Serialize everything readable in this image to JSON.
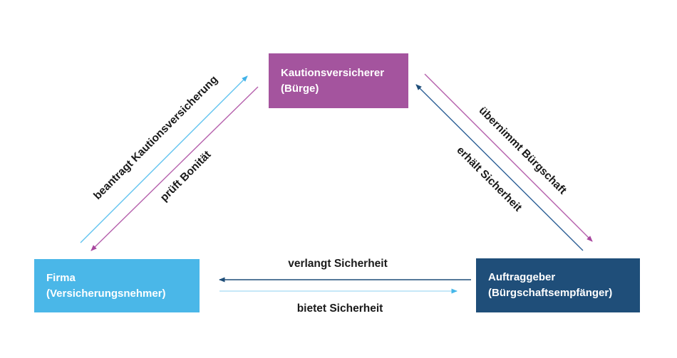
{
  "diagram": {
    "background_color": "#ffffff",
    "label_text_color": "#1a1a1a",
    "nodes": {
      "kautionsversicherer": {
        "title": "Kautionsversicherer",
        "subtitle": "(Bürge)",
        "color": "#a4549e",
        "text_color": "#ffffff"
      },
      "firma": {
        "title": "Firma",
        "subtitle": "(Versicherungsnehmer)",
        "color": "#4ab7e8",
        "text_color": "#ffffff"
      },
      "auftraggeber": {
        "title": "Auftraggeber",
        "subtitle": "(Bürgschaftsempfänger)",
        "color": "#1f4e79",
        "text_color": "#ffffff"
      }
    },
    "edges": {
      "beantragt": {
        "label": "beantragt Kautionsversicherung",
        "from": "Firma (Versicherungsnehmer)",
        "to": "Kautionsversicherer (Bürge)",
        "line_color": "#62c4f0",
        "arrow_color": "#41b2e8"
      },
      "prueft_bonitaet": {
        "label": "prüft Bonität",
        "from": "Kautionsversicherer (Bürge)",
        "to": "Firma (Versicherungsnehmer)",
        "line_color": "#b560ac",
        "arrow_color": "#a8479e"
      },
      "uebernimmt": {
        "label": "übernimmt Bürgschaft",
        "from": "Kautionsversicherer (Bürge)",
        "to": "Auftraggeber (Bürgschaftsempfänger)",
        "line_color": "#b560ac",
        "arrow_color": "#a8479e"
      },
      "erhaelt": {
        "label": "erhält Sicherheit",
        "from": "Auftraggeber (Bürgschaftsempfänger)",
        "to": "Kautionsversicherer (Bürge)",
        "line_color": "#2d6096",
        "arrow_color": "#1f4e79"
      },
      "verlangt": {
        "label": "verlangt Sicherheit",
        "from": "Auftraggeber (Bürgschaftsempfänger)",
        "to": "Firma (Versicherungsnehmer)",
        "line_color": "#1f4e79",
        "arrow_color": "#1f4e79"
      },
      "bietet": {
        "label": "bietet Sicherheit",
        "from": "Firma (Versicherungsnehmer)",
        "to": "Auftraggeber (Bürgschaftsempfänger)",
        "line_color": "#b3e0f6",
        "arrow_color": "#45b7e9"
      }
    }
  }
}
